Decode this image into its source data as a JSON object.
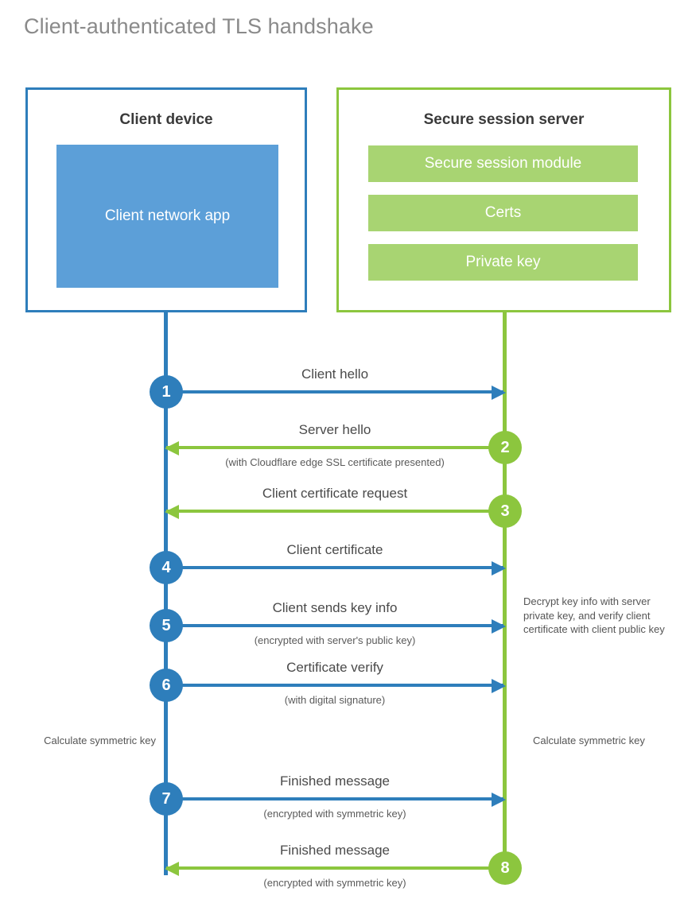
{
  "title": "Client-authenticated TLS handshake",
  "colors": {
    "client_blue": "#2E7EBB",
    "client_app_blue": "#5C9FD8",
    "server_green": "#8CC63E",
    "server_comp_green": "#A8D472",
    "title_gray": "#8a8a8a",
    "label_gray": "#4a4a4a"
  },
  "client": {
    "title": "Client device",
    "component": "Client network app"
  },
  "server": {
    "title": "Secure session server",
    "components": [
      "Secure session module",
      "Certs",
      "Private key"
    ]
  },
  "messages": [
    {
      "step": "1",
      "label": "Client hello",
      "sublabel": "",
      "direction": "client-to-server",
      "color": "blue"
    },
    {
      "step": "2",
      "label": "Server hello",
      "sublabel": "(with Cloudflare edge SSL certificate presented)",
      "direction": "server-to-client",
      "color": "green"
    },
    {
      "step": "3",
      "label": "Client certificate request",
      "sublabel": "",
      "direction": "server-to-client",
      "color": "green"
    },
    {
      "step": "4",
      "label": "Client certificate",
      "sublabel": "",
      "direction": "client-to-server",
      "color": "blue"
    },
    {
      "step": "5",
      "label": "Client sends key info",
      "sublabel": "(encrypted with server's public key)",
      "direction": "client-to-server",
      "color": "blue"
    },
    {
      "step": "6",
      "label": "Certificate verify",
      "sublabel": "(with digital signature)",
      "direction": "client-to-server",
      "color": "blue"
    },
    {
      "step": "7",
      "label": "Finished message",
      "sublabel": "(encrypted with symmetric key)",
      "direction": "client-to-server",
      "color": "blue"
    },
    {
      "step": "8",
      "label": "Finished message",
      "sublabel": "(encrypted with symmetric key)",
      "direction": "server-to-client",
      "color": "green"
    }
  ],
  "notes": {
    "server_decrypt": "Decrypt key info with server private key, and verify client certificate with client public key",
    "client_symmetric": "Calculate symmetric key",
    "server_symmetric": "Calculate symmetric key"
  }
}
